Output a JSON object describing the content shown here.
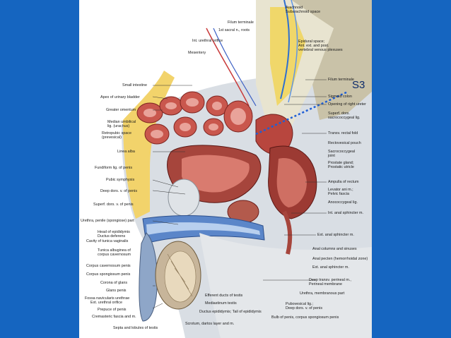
{
  "slide": {
    "background": "#1565c0"
  },
  "annotation": {
    "text": "S3",
    "color": "#1f5fd6"
  },
  "labels_left": [
    "Small intestine",
    "Apex of urinary bladder",
    "Greater omentum",
    "Median umbilical",
    "lig. (urachus)",
    "Retropubic space",
    "(prevesical)",
    "Linea alba",
    "Fundiform lig. of penis",
    "Pubic symphysis",
    "Deep dors. v. of penis",
    "Superf. dors. v. of penis",
    "Urethra, penile (spongiose) part",
    "Head of epididymis",
    "Ductus deferens",
    "Cavity of tunica vaginalis",
    "Tunica albuginea of",
    "corpus cavernosum",
    "Corpus cavernosum penis",
    "Corpus spongiosum penis",
    "Corona of glans",
    "Glans penis",
    "Fossa navicularis urethrae",
    "Ext. urethral orifice",
    "Prepuce of penis",
    "Cremasteric fascia and m.",
    "Septa and lobules of testis"
  ],
  "labels_top": [
    "Arachnoid",
    "Subarachnoid space",
    "Filum terminale",
    "1st sacral n., roots",
    "Int. urethral orifice",
    "Mesentery",
    "Epidural space;",
    "Ant. ext. and post.",
    "vertebral venous plexuses"
  ],
  "labels_right": [
    "Filum terminale",
    "Sigmoid colon",
    "Opening of right ureter",
    "Superf. dors.",
    "sacrococcygeal lig.",
    "Transv. rectal fold",
    "Rectovesical pouch",
    "Sacrococcygeal",
    "joint",
    "Prostate gland;",
    "Prostatic utricle",
    "Ampulla of rectum",
    "Levator ani m.;",
    "Pelvic fascia",
    "Anococcygeal lig.",
    "Int. anal sphincter m.",
    "Ext. anal sphincter m.",
    "Anal columns and sinuses",
    "Anal pecten (hemorrhoidal zone)",
    "Ext. anal sphincter m.",
    "Deep transv. perineal m.,",
    "Perineal membrane",
    "Urethra, membranous part",
    "Pubovesical lig.;",
    "Deep dors. v. of penis",
    "Bulb of penis, corpus spongiosum penis"
  ],
  "labels_bottom": [
    "Efferent ducts of testis",
    "Mediastinum testis",
    "Ductus epididymis; Tail of epididymis",
    "Scrotum, dartos layer and m."
  ]
}
